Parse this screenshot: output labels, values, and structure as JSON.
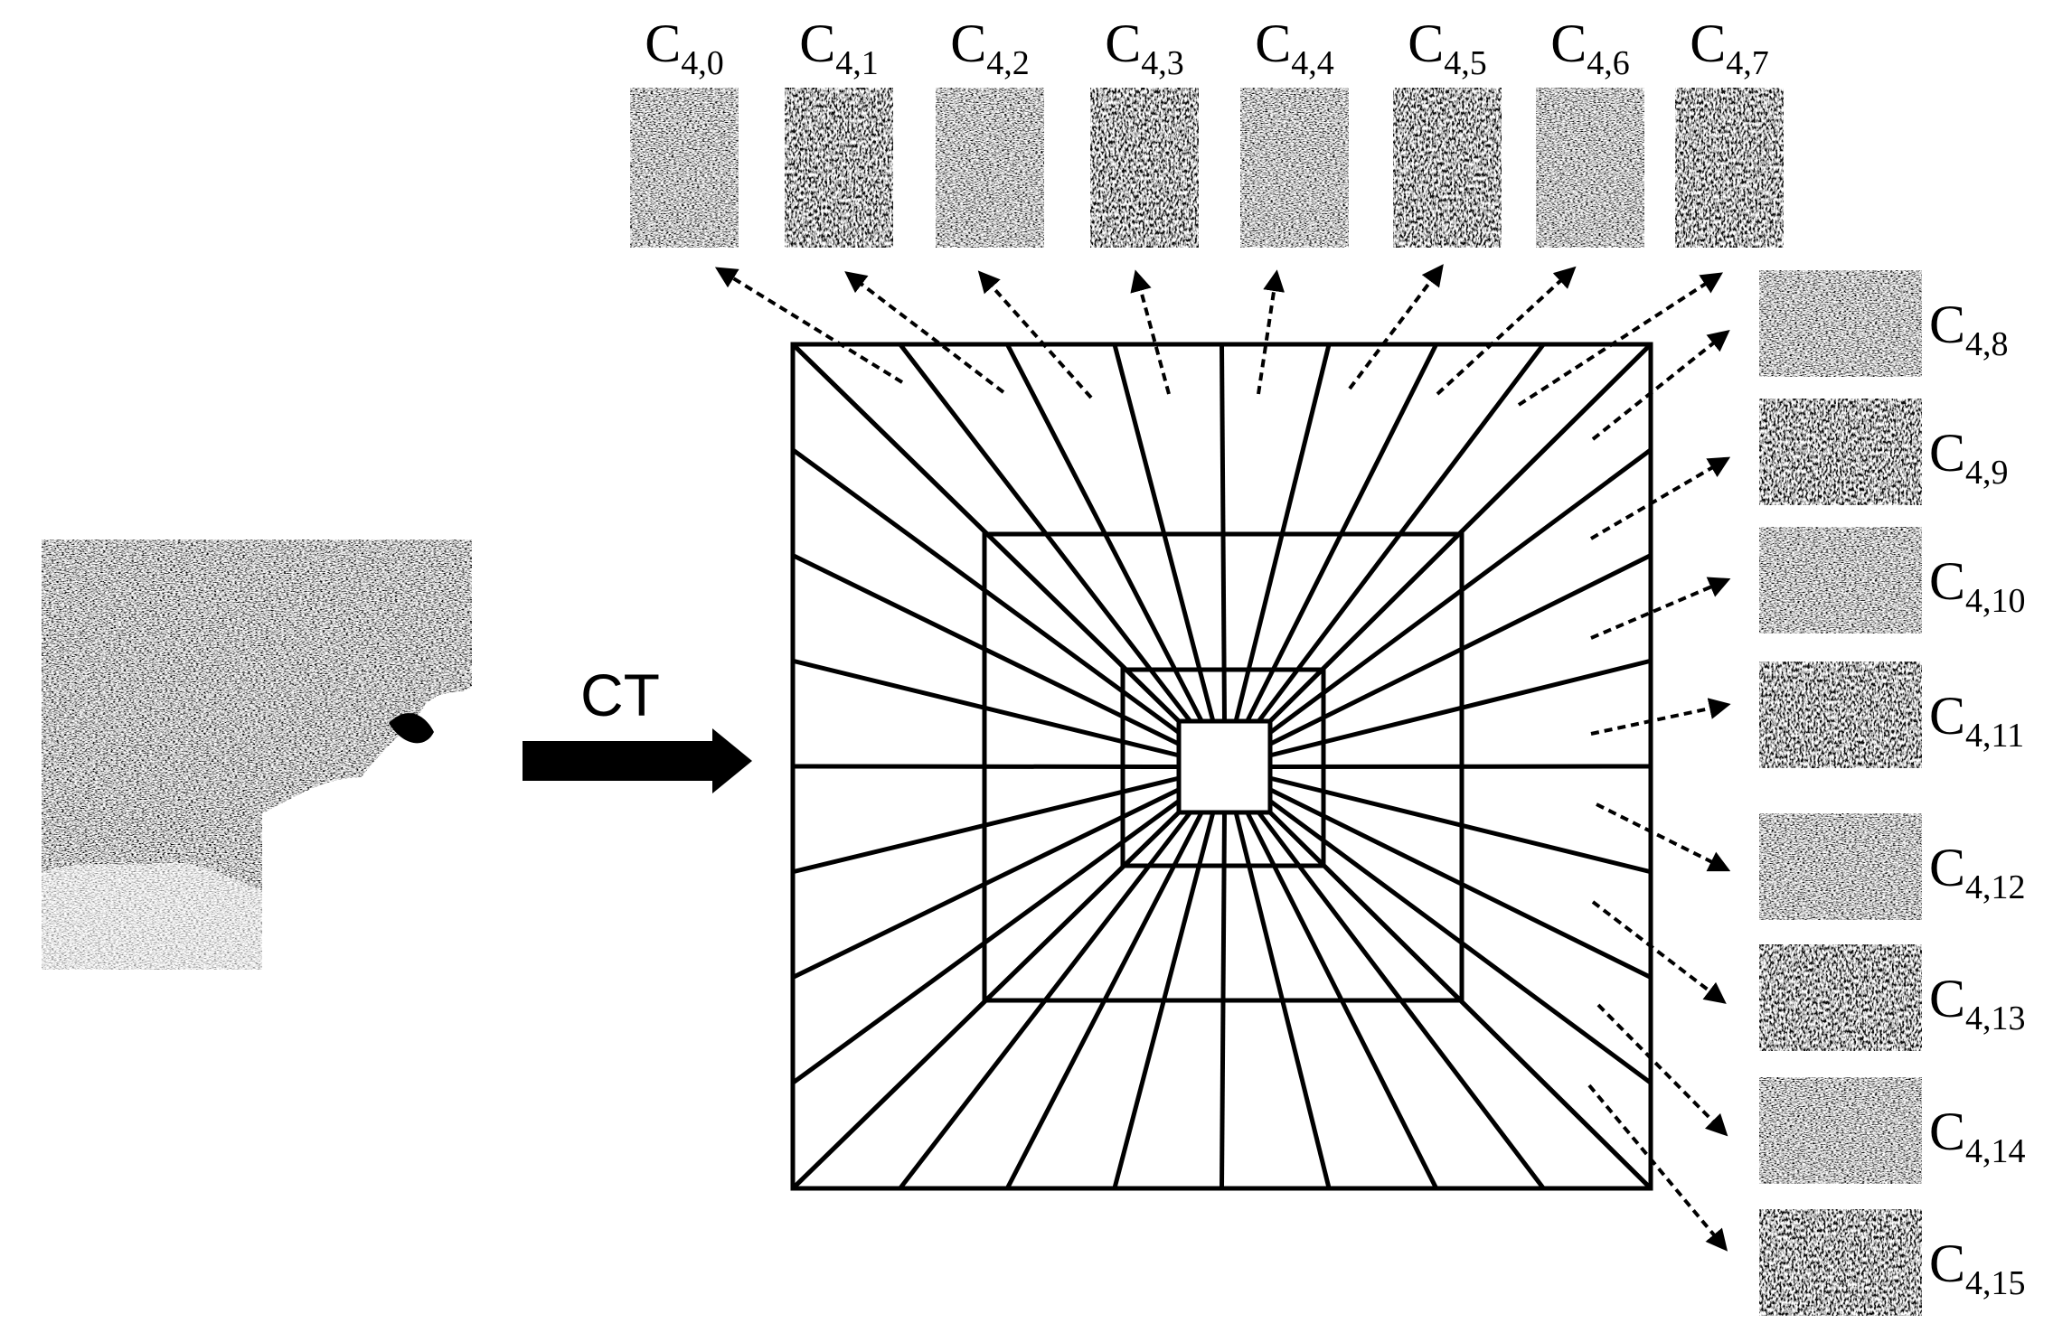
{
  "transform_label": "CT",
  "source_image": {
    "description_role": "sar-image"
  },
  "subbands": {
    "top": [
      {
        "base": "C",
        "sub": "4,0"
      },
      {
        "base": "C",
        "sub": "4,1"
      },
      {
        "base": "C",
        "sub": "4,2"
      },
      {
        "base": "C",
        "sub": "4,3"
      },
      {
        "base": "C",
        "sub": "4,4"
      },
      {
        "base": "C",
        "sub": "4,5"
      },
      {
        "base": "C",
        "sub": "4,6"
      },
      {
        "base": "C",
        "sub": "4,7"
      }
    ],
    "right": [
      {
        "base": "C",
        "sub": "4,8"
      },
      {
        "base": "C",
        "sub": "4,9"
      },
      {
        "base": "C",
        "sub": "4,10"
      },
      {
        "base": "C",
        "sub": "4,11"
      },
      {
        "base": "C",
        "sub": "4,12"
      },
      {
        "base": "C",
        "sub": "4,13"
      },
      {
        "base": "C",
        "sub": "4,14"
      },
      {
        "base": "C",
        "sub": "4,15"
      }
    ]
  },
  "colors": {
    "line": "#000000",
    "background": "#ffffff",
    "texture_dark": "#0a0a0a",
    "texture_light": "#ffffff"
  }
}
